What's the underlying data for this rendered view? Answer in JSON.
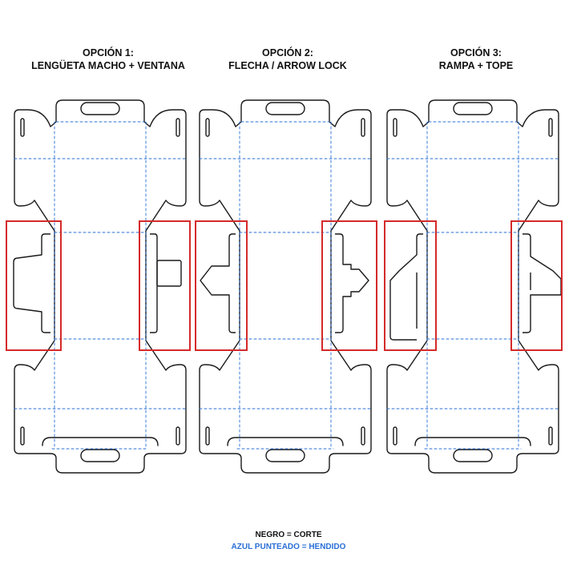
{
  "options": [
    {
      "line1": "OPCIÓN 1:",
      "line2": "LENGÜETA MACHO + VENTANA"
    },
    {
      "line1": "OPCIÓN 2:",
      "line2": "FLECHA / ARROW LOCK"
    },
    {
      "line1": "OPCIÓN 3:",
      "line2": "RAMPA + TOPE"
    }
  ],
  "legend": {
    "cut": "NEGRO = CORTE",
    "crease": "AZUL PUNTEADO = HENDIDO"
  },
  "colors": {
    "cut_line": "#1a1a1a",
    "crease_line": "#2a6fd6",
    "highlight_box": "#d42a2a"
  }
}
